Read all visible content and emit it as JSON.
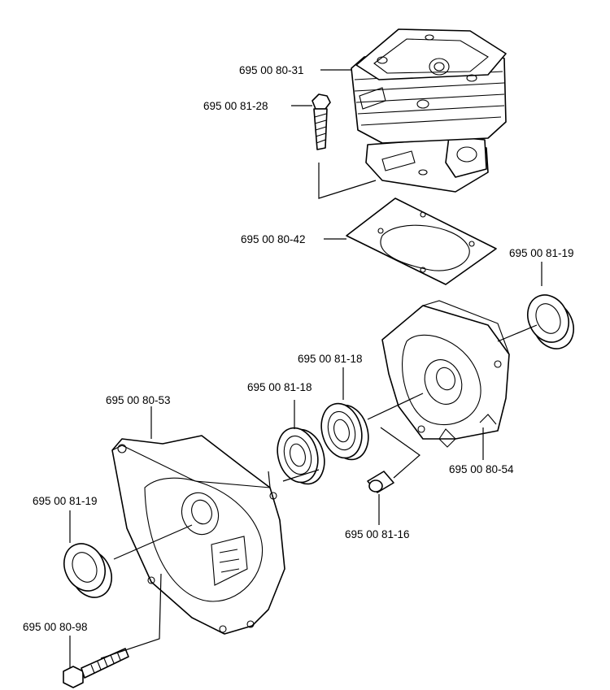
{
  "parts": {
    "cylinder": "695 00 80-31",
    "cylinder_screw": "695 00 81-28",
    "cylinder_gasket": "695 00 80-42",
    "seal_right": "695 00 81-19",
    "bearing_right": "695 00 81-18",
    "bearing_left": "695 00 81-18",
    "crankcase_left": "695 00 80-53",
    "crankcase_right": "695 00 80-54",
    "seal_left": "695 00 81-19",
    "guide_pin": "695 00 81-16",
    "crankcase_screw": "695 00 80-98"
  }
}
